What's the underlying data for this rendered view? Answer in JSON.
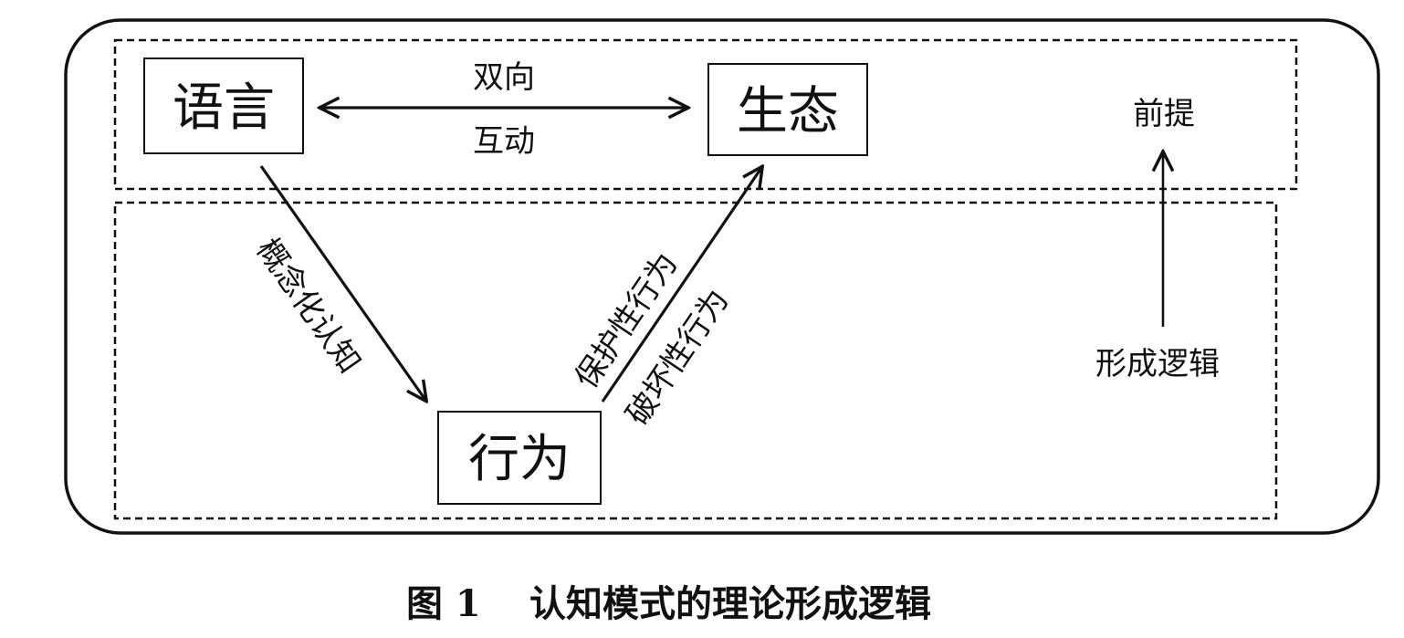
{
  "nodes": {
    "language": "语言",
    "ecology": "生态",
    "behavior": "行为"
  },
  "edges": {
    "bidirectional_line1": "双向",
    "bidirectional_line2": "互动",
    "language_to_behavior": "概念化认知",
    "behavior_to_ecology_upper": "保护性行为",
    "behavior_to_ecology_lower": "破坏性行为"
  },
  "legend": {
    "top": "前提",
    "bottom": "形成逻辑"
  },
  "caption": {
    "number": "图 1",
    "title": "认知模式的理论形成逻辑"
  },
  "colors": {
    "ink": "#111111",
    "background": "#ffffff"
  }
}
